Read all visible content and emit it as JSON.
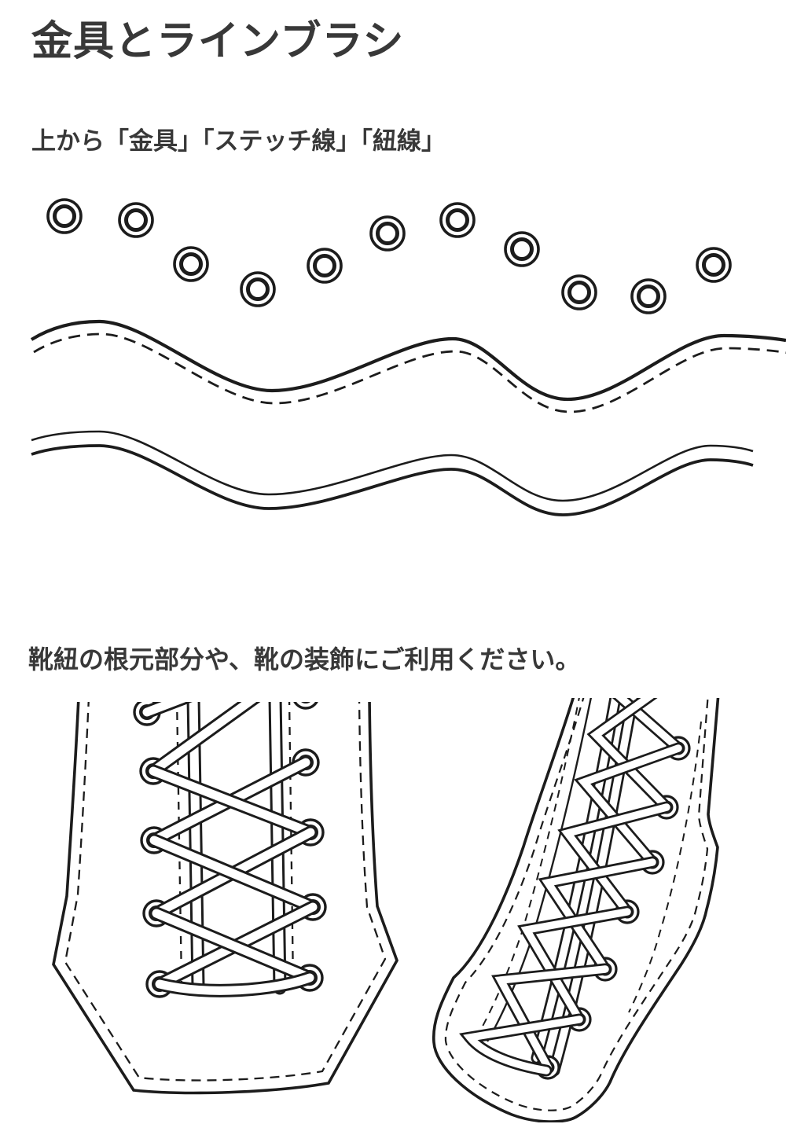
{
  "page": {
    "title": "金具とラインブラシ",
    "subtitle": "上から「金具」「ステッチ線」「紐線」",
    "usage_note": "靴紐の根元部分や、靴の装飾にご利用ください。",
    "brush_samples": [
      {
        "name": "金具"
      },
      {
        "name": "ステッチ線"
      },
      {
        "name": "紐線"
      }
    ],
    "colors": {
      "background": "#ffffff",
      "ink": "#1c1c1c",
      "text": "#383838"
    }
  }
}
